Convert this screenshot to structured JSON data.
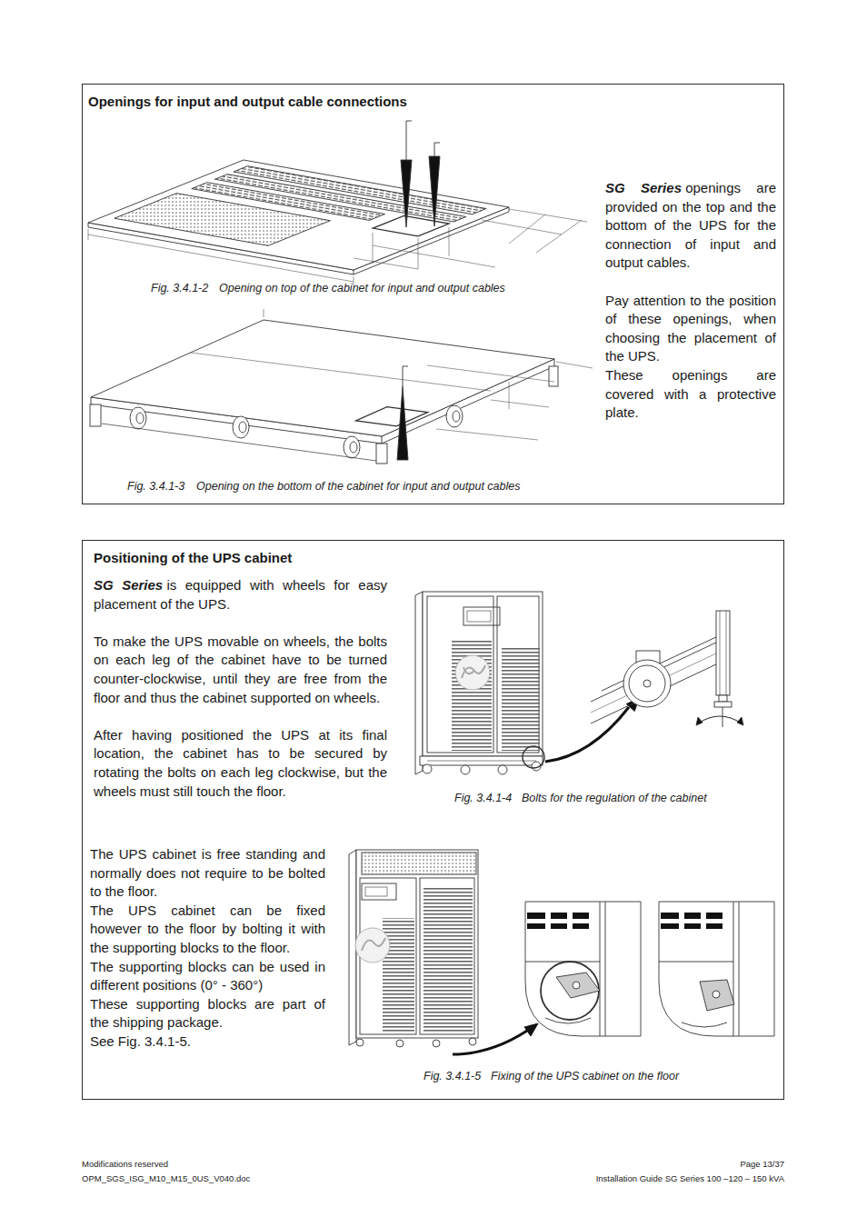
{
  "diagram": {
    "nodes": [
      {
        "text": [
          "Openings for input and output cable connections",
          "SG Series",
          "openings are provided on the top and the bottom of the UPS for the connection of input and output cables.",
          "Pay attention to the position of these openings, when choosing the placement of the UPS.",
          "These openings are covered with a protective plate."
        ]
      },
      {
        "text": [
          "Positioning of the UPS cabinet",
          "SG Series",
          "is equipped with wheels for easy placement of the UPS.",
          "To make the UPS movable on wheels, the bolts on each leg of the cabinet have to be turned counter-clockwise, until they are free from the floor and thus the cabinet supported on wheels.",
          "After having positioned the UPS at its final location, the cabinet has to be secured by rotating the bolts on each leg clockwise, but the wheels must still touch the floor.",
          "The UPS cabinet is free standing and normally does not require to be bolted to the floor.",
          "The UPS cabinet can be fixed however to the floor by bolting it with the supporting blocks to the floor.",
          "The supporting blocks can be used in different positions (0° - 360°)",
          "These supporting blocks are part of the shipping package.",
          "See Fig. 3.4.1-5."
        ]
      }
    ],
    "labels": [
      "Fig. 3.4.1-2",
      "Opening on top of the cabinet for input and output cables",
      "Fig. 3.4.1-3",
      "Opening on the bottom of the cabinet for input and output cables",
      "Fig. 3.4.1-4",
      "Bolts for the regulation of the cabinet",
      "Fig. 3.4.1-5",
      "Fixing of the UPS cabinet on the floor",
      "Modifications reserved",
      "Page 13/37",
      "OPM_SGS_ISG_M10_M15_0US_V040.doc",
      "Installation Guide SG Series 100 –120 – 150 kVA"
    ]
  }
}
